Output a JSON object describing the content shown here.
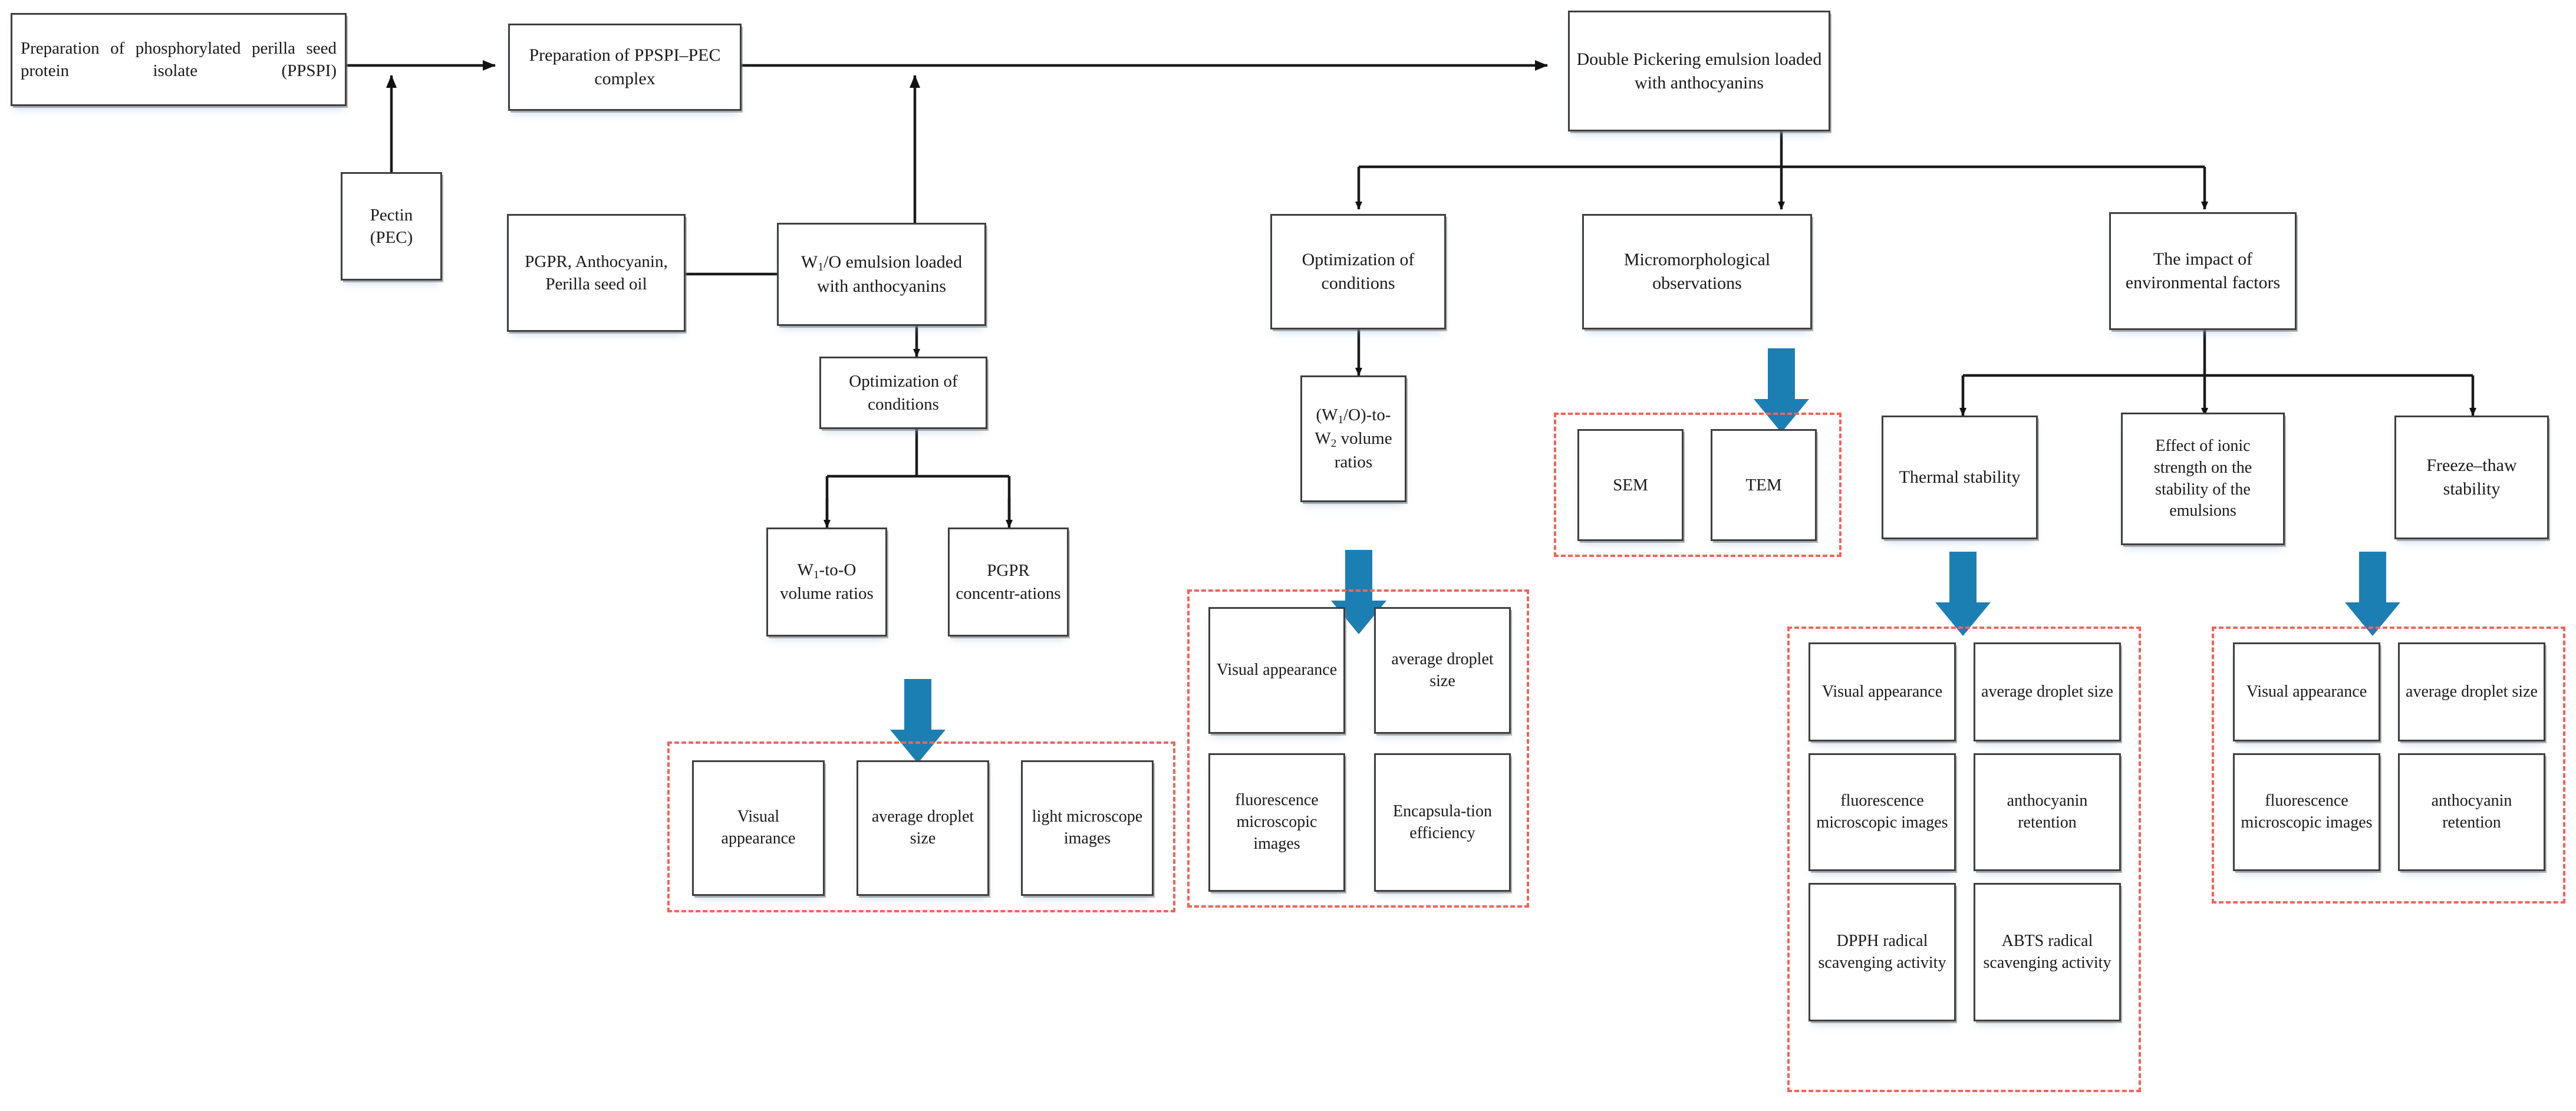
{
  "diagram": {
    "type": "flowchart",
    "title": "Preparation and characterization of double Pickering emulsion loaded with anthocyanins",
    "colors": {
      "box_border": "#3f3f3f",
      "dashed_group": "#f4635c",
      "block_arrow": "#1c7fb4",
      "connector": "#1a1a1a",
      "text": "#1a1a1a",
      "background": "#ffffff"
    }
  },
  "nodes": {
    "ppspi": "Preparation of phosphorylated perilla seed protein isolate (PPSPI)",
    "pectin": "Pectin (PEC)",
    "complex": "Preparation of PPSPI–PEC complex",
    "ingredients": "PGPR, Anthocyanin, Perilla seed oil",
    "w1o": "W₁/O emulsion loaded with anthocyanins",
    "opt_w1o": "Optimization of conditions",
    "w1_to_o": "W₁-to-O volume ratios",
    "pgpr_conc": "PGPR concentr-ations",
    "double": "Double Pickering emulsion loaded with anthocyanins",
    "opt_double": "Optimization of conditions",
    "w1o_to_w2": "(W₁/O)-to-W₂ volume ratios",
    "micro": "Micromorphological observations",
    "sem": "SEM",
    "tem": "TEM",
    "env": "The impact of environmental factors",
    "thermal": "Thermal stability",
    "ionic": "Effect of ionic strength on the stability of the emulsions",
    "freeze": "Freeze–thaw stability"
  },
  "groups": {
    "w1o_results": {
      "items": [
        "Visual appearance",
        "average droplet size",
        "light microscope images"
      ]
    },
    "double_results": {
      "items": [
        "Visual appearance",
        "average droplet size",
        "fluorescence microscopic images",
        "Encapsula-tion efficiency"
      ]
    },
    "micro_results": {
      "items": [
        "SEM",
        "TEM"
      ]
    },
    "thermal_results": {
      "items": [
        "Visual appearance",
        "average droplet size",
        "fluorescence microscopic images",
        "anthocyanin retention",
        "DPPH radical scavenging activity",
        "ABTS radical scavenging activity"
      ]
    },
    "freeze_results": {
      "items": [
        "Visual appearance",
        "average droplet size",
        "fluorescence microscopic images",
        "anthocyanin retention"
      ]
    }
  }
}
